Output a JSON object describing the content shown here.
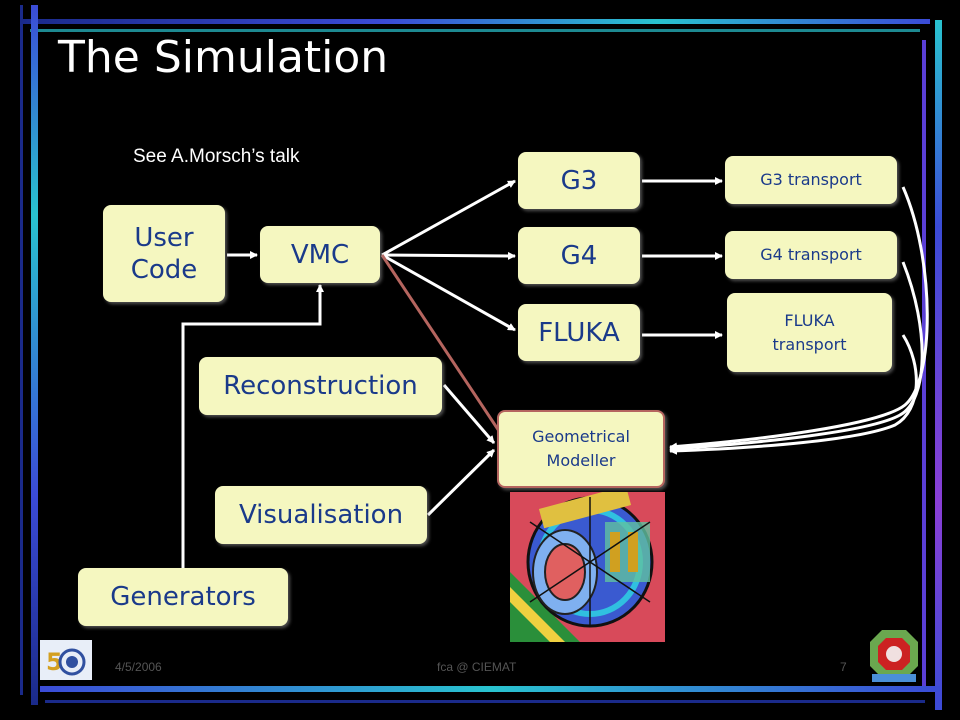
{
  "slide": {
    "title": "The Simulation",
    "note": "See A.Morsch’s talk"
  },
  "diagram": {
    "user_code": "User Code",
    "vmc": "VMC",
    "g3": "G3",
    "g4": "G4",
    "fluka": "FLUKA",
    "g3_transport": "G3 transport",
    "g4_transport": "G4 transport",
    "fluka_transport": "FLUKA transport",
    "reconstruction": "Reconstruction",
    "visualisation": "Visualisation",
    "generators": "Generators",
    "geometrical_modeller": "Geometrical Modeller"
  },
  "footer": {
    "date": "4/5/2006",
    "author": "fca @ CIEMAT",
    "page": "7"
  },
  "colors": {
    "box_fill": "#f5f7c0",
    "box_text": "#1a3a8a",
    "arrow": "#ffffff",
    "geo_border": "#b5655f",
    "frame_cyan": "#29c3cf",
    "frame_blue": "#3b4bd6",
    "frame_purple": "#8a3fd6"
  },
  "icons": [
    "cern-50-logo",
    "alice-logo",
    "detector-image"
  ]
}
